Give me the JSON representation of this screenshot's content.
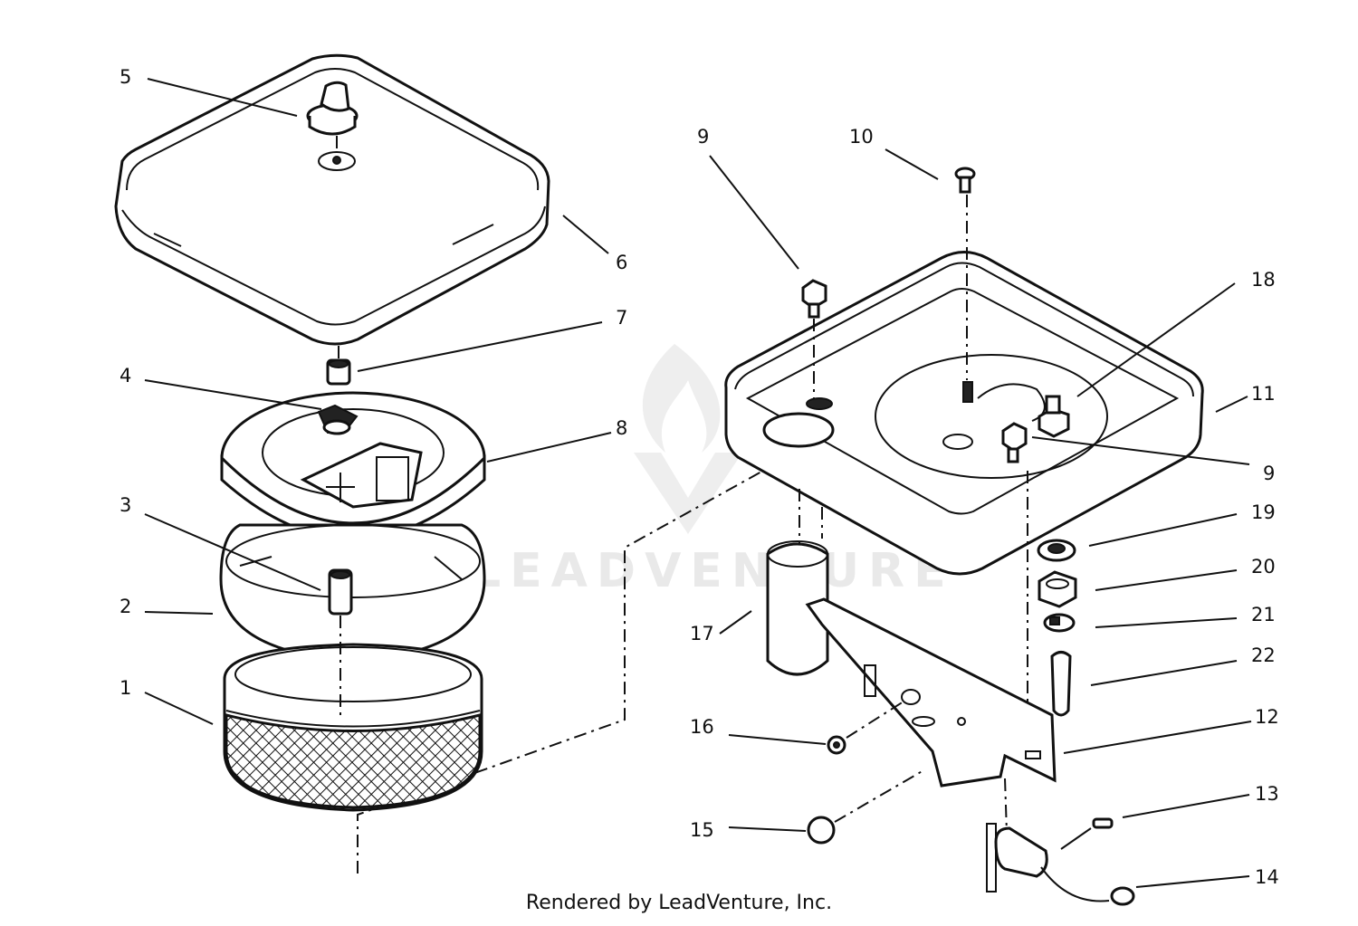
{
  "watermark": "LEADVENTURE",
  "footer": "Rendered by LeadVenture, Inc.",
  "callouts": [
    {
      "id": "c5",
      "text": "5"
    },
    {
      "id": "c6",
      "text": "6"
    },
    {
      "id": "c7",
      "text": "7"
    },
    {
      "id": "c4",
      "text": "4"
    },
    {
      "id": "c8",
      "text": "8"
    },
    {
      "id": "c3",
      "text": "3"
    },
    {
      "id": "c2",
      "text": "2"
    },
    {
      "id": "c1",
      "text": "1"
    },
    {
      "id": "c9a",
      "text": "9"
    },
    {
      "id": "c10",
      "text": "10"
    },
    {
      "id": "c18",
      "text": "18"
    },
    {
      "id": "c11",
      "text": "11"
    },
    {
      "id": "c9b",
      "text": "9"
    },
    {
      "id": "c19",
      "text": "19"
    },
    {
      "id": "c20",
      "text": "20"
    },
    {
      "id": "c21",
      "text": "21"
    },
    {
      "id": "c22",
      "text": "22"
    },
    {
      "id": "c17",
      "text": "17"
    },
    {
      "id": "c16",
      "text": "16"
    },
    {
      "id": "c12",
      "text": "12"
    },
    {
      "id": "c15",
      "text": "15"
    },
    {
      "id": "c13",
      "text": "13"
    },
    {
      "id": "c14",
      "text": "14"
    }
  ]
}
